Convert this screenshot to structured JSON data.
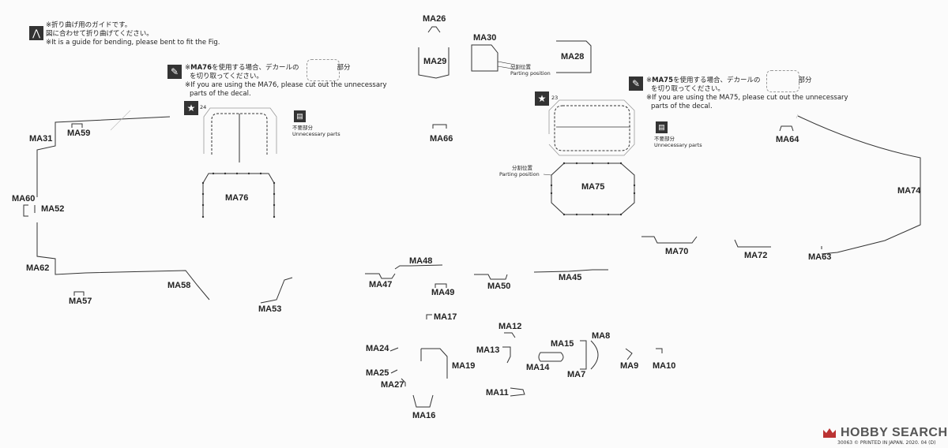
{
  "notes": {
    "bend_jp1": "※折り曲げ用のガイドです。",
    "bend_jp2": "図に合わせて折り曲げてください。",
    "bend_en": "※It is a guide for bending, please bent to fit the Fig.",
    "ma76_part_a": "MA76",
    "ma76_jp1_tail": "を使用する場合、デカールの",
    "ma76_jp1_end": "部分",
    "ma76_jp2": "を切り取ってください。",
    "ma76_en1": "※If you are using the MA76, please cut out the unnecessary",
    "ma76_en2": "parts of the decal.",
    "ma75_part_a": "MA75",
    "ma75_jp1_tail": "を使用する場合、デカールの",
    "ma75_jp1_end": "部分",
    "ma75_jp2": "を切り取ってください。",
    "ma75_en1": "※If you are using the MA75, please cut out the unnecessary",
    "ma75_en2": "parts of the decal.",
    "unnecessary_jp": "不要部分",
    "unnecessary_en": "Unnecessary parts",
    "parting_jp": "分割位置",
    "parting_en": "Parting position",
    "star_24": "24",
    "star_23": "23",
    "asterisk": "※"
  },
  "parts": {
    "MA26": "MA26",
    "MA30": "MA30",
    "MA29": "MA29",
    "MA28": "MA28",
    "MA31": "MA31",
    "MA59": "MA59",
    "MA66": "MA66",
    "MA64": "MA64",
    "MA76": "MA76",
    "MA75": "MA75",
    "MA74": "MA74",
    "MA60": "MA60",
    "MA52": "MA52",
    "MA62": "MA62",
    "MA57": "MA57",
    "MA58": "MA58",
    "MA53": "MA53",
    "MA48": "MA48",
    "MA47": "MA47",
    "MA49": "MA49",
    "MA50": "MA50",
    "MA45": "MA45",
    "MA70": "MA70",
    "MA72": "MA72",
    "MA63": "MA63",
    "MA17": "MA17",
    "MA12": "MA12",
    "MA13": "MA13",
    "MA15": "MA15",
    "MA8": "MA8",
    "MA24": "MA24",
    "MA19": "MA19",
    "MA14": "MA14",
    "MA9": "MA9",
    "MA10": "MA10",
    "MA7": "MA7",
    "MA25": "MA25",
    "MA27": "MA27",
    "MA11": "MA11",
    "MA16": "MA16"
  },
  "footer": {
    "code": "30063",
    "printed": "© PRINTED IN JAPAN. 2020. 04 (D)"
  },
  "watermark": {
    "text": "HOBBY SEARCH"
  },
  "colors": {
    "line": "#333333",
    "dash": "#555555",
    "guide": "#b0b0b0",
    "icon_bg": "#333333"
  }
}
